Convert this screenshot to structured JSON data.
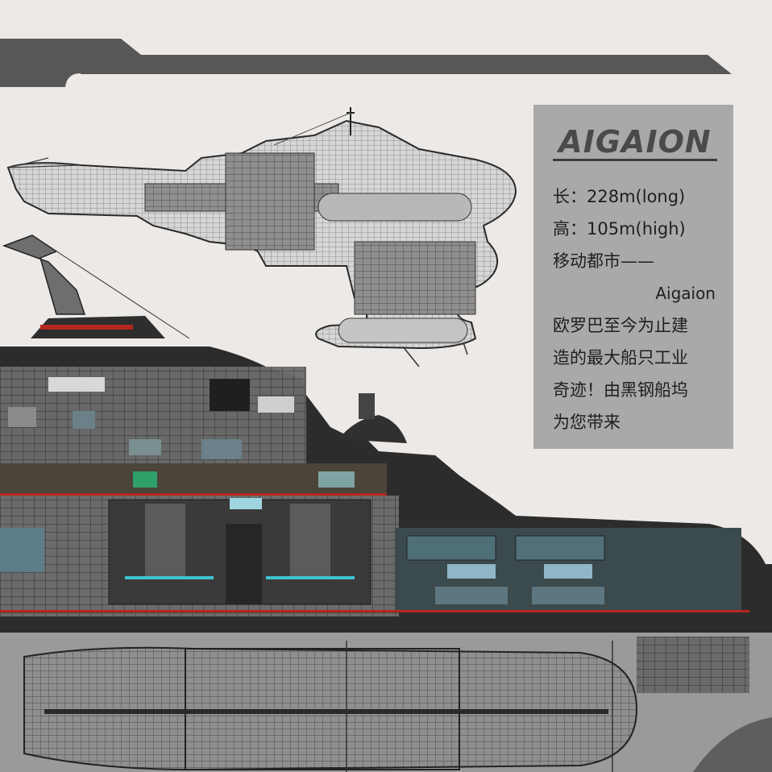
{
  "panel": {
    "title": "AIGAION",
    "length_line": "长：228m(long)",
    "height_line": "高：105m(high)",
    "subtitle_line": "移动都市——",
    "name_line": "Aigaion",
    "description": [
      "欧罗巴至今为止建",
      "造的最大船只工业",
      "奇迹！由黑钢船坞",
      "为您带来"
    ]
  },
  "colors": {
    "background": "#ece9e6",
    "panel": "#a9a9a9",
    "header_bar": "#5a5a5a",
    "hull_dark": "#2b2b2b",
    "accent_red": "#b5261e",
    "accent_cyan": "#3fc4cf"
  }
}
